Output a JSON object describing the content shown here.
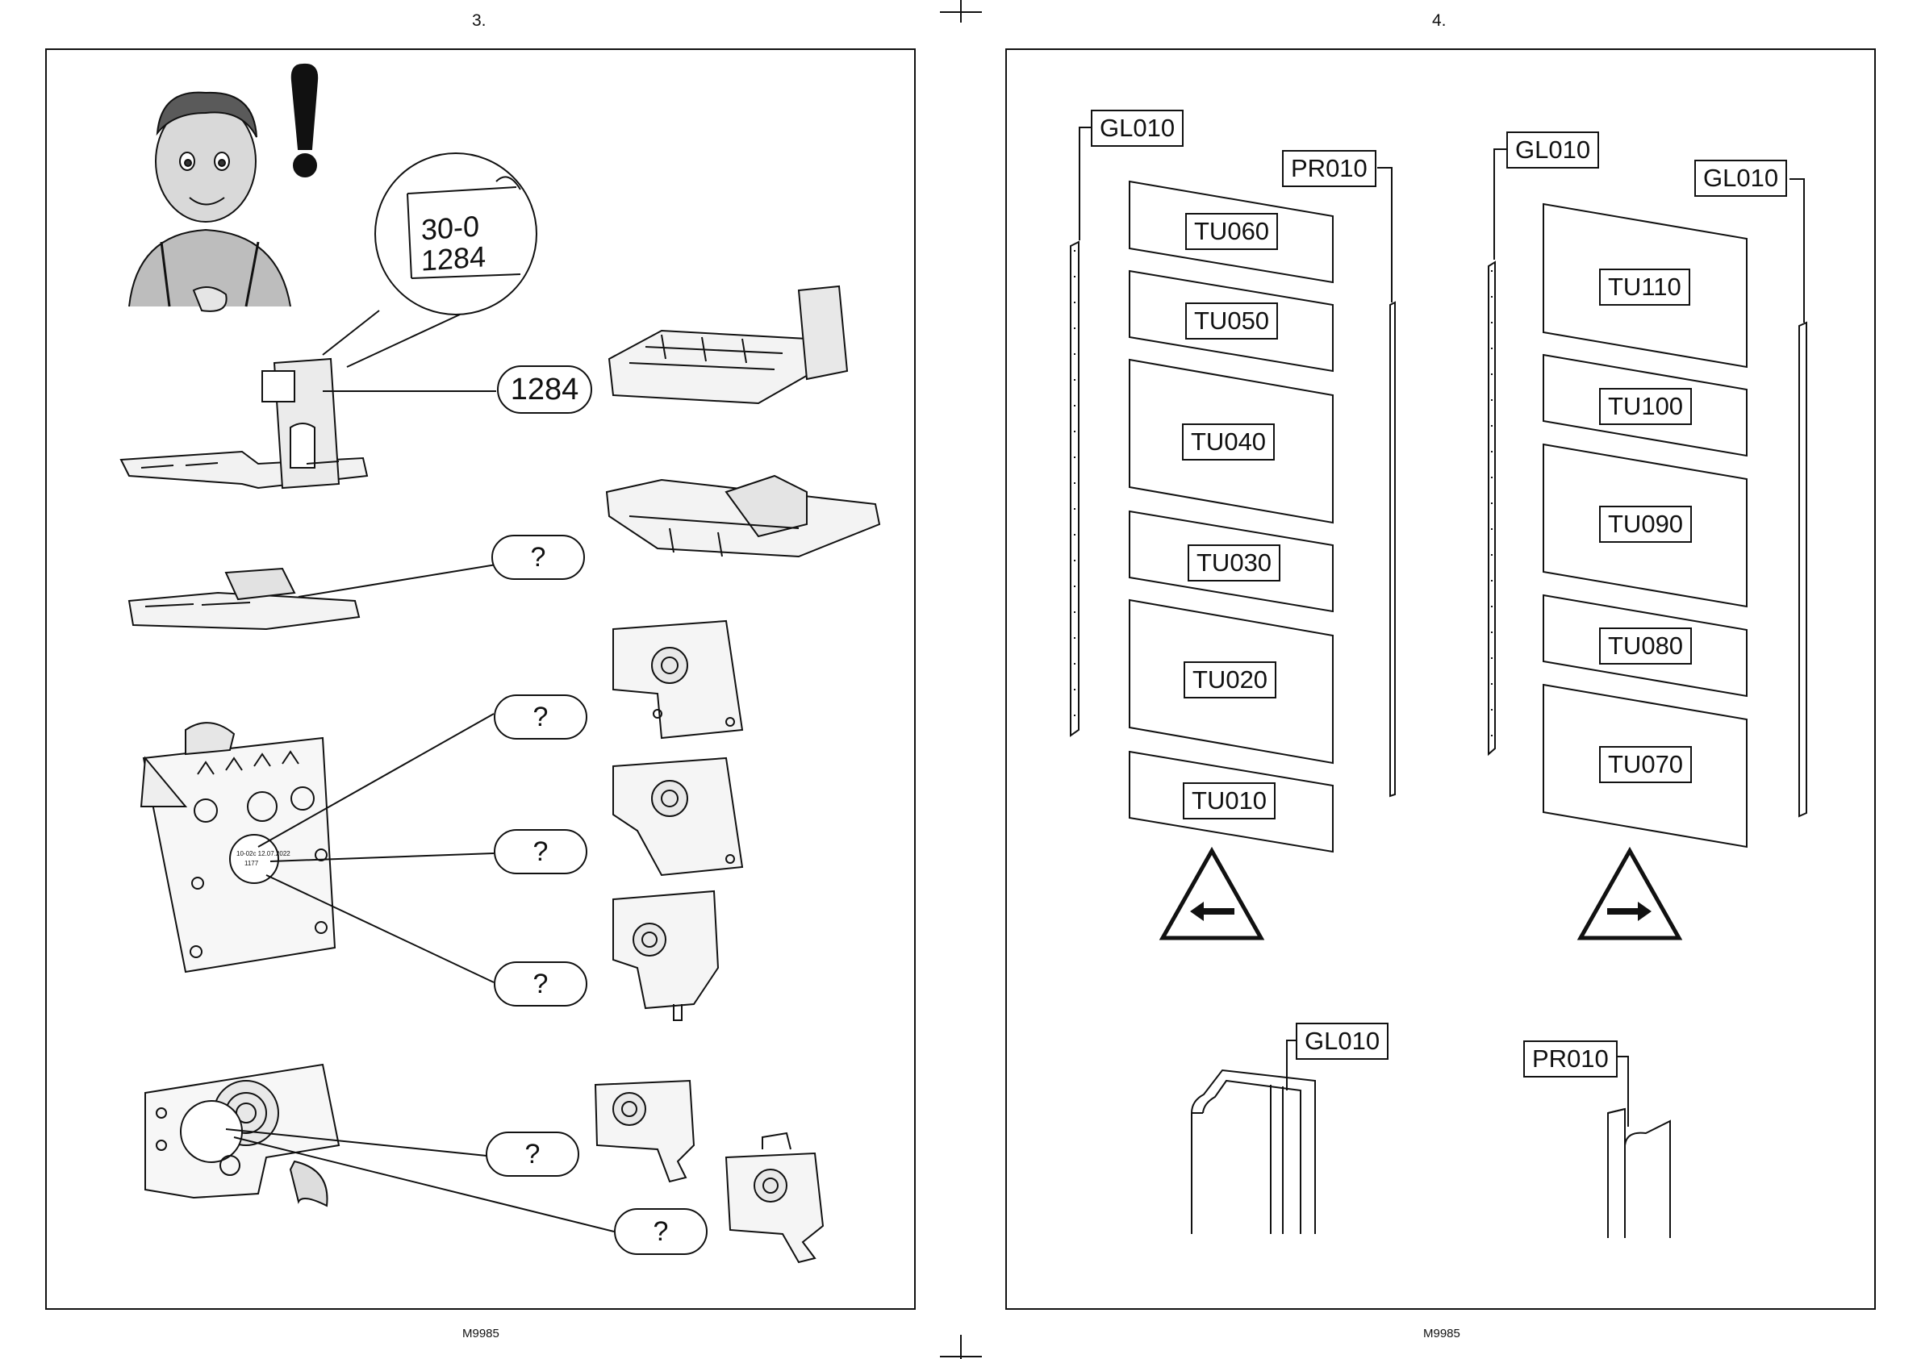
{
  "left_page": {
    "page_number": "3.",
    "footer_code": "M9985",
    "part_code_zoom": {
      "line1": "30-0",
      "line2": "1284"
    },
    "bubbles": {
      "b1": "1284",
      "b2": "?",
      "b3": "?",
      "b4": "?",
      "b5": "?",
      "b6": "?",
      "b7": "?"
    },
    "roller_stamp": {
      "line1": "10-02c 12.07.2022",
      "line2": "1177"
    }
  },
  "right_page": {
    "page_number": "4.",
    "footer_code": "M9985",
    "left_set": {
      "profile_left": "GL010",
      "profile_right": "PR010",
      "panels": [
        "TU060",
        "TU050",
        "TU040",
        "TU030",
        "TU020",
        "TU010"
      ],
      "direction": "left-arrow-icon"
    },
    "right_set": {
      "profile_left": "GL010",
      "profile_right": "GL010",
      "panels": [
        "TU110",
        "TU100",
        "TU090",
        "TU080",
        "TU070"
      ],
      "direction": "right-arrow-icon"
    },
    "profile_details": {
      "left_label": "GL010",
      "right_label": "PR010"
    }
  }
}
